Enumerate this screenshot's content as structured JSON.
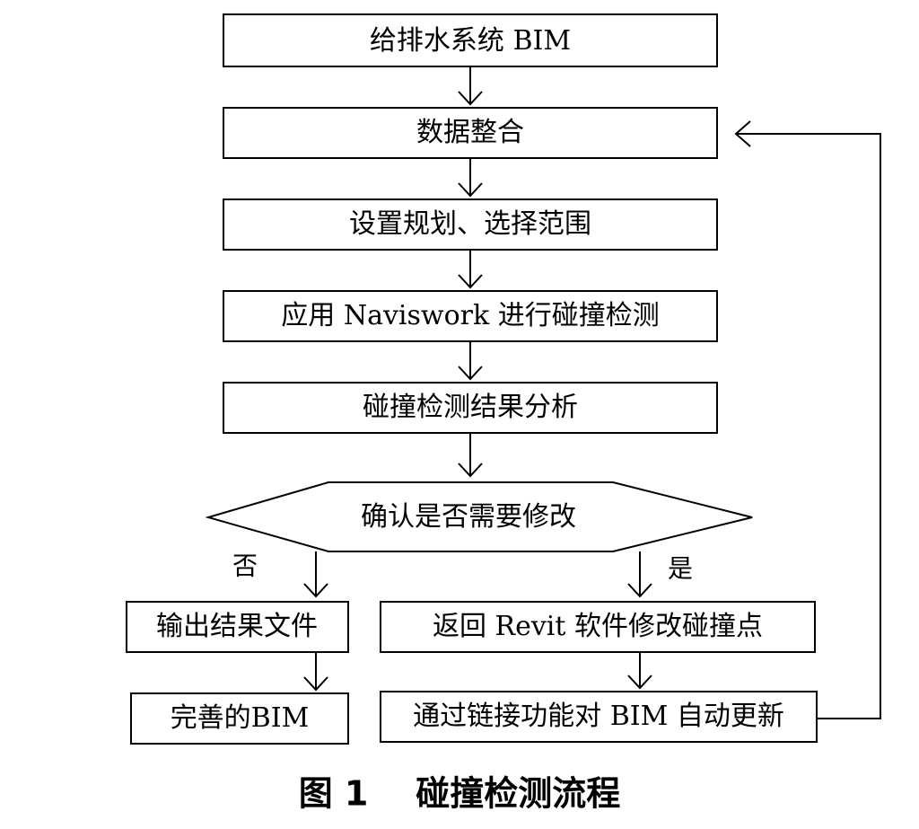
{
  "nodes": {
    "bim_model": "给排水系统 BIM",
    "data_integration": "数据整合",
    "set_rules": "设置规划、选择范围",
    "navisworks_check": "应用 Naviswork 进行碰撞检测",
    "result_analysis": "碰撞检测结果分析",
    "decision": "确认是否需要修改",
    "output_files": "输出结果文件",
    "final_bim": "完善的BIM",
    "revit_fix": "返回 Revit 软件修改碰撞点",
    "auto_update": "通过链接功能对 BIM 自动更新"
  },
  "branches": {
    "no": "否",
    "yes": "是"
  },
  "caption": "图 1    碰撞检测流程"
}
